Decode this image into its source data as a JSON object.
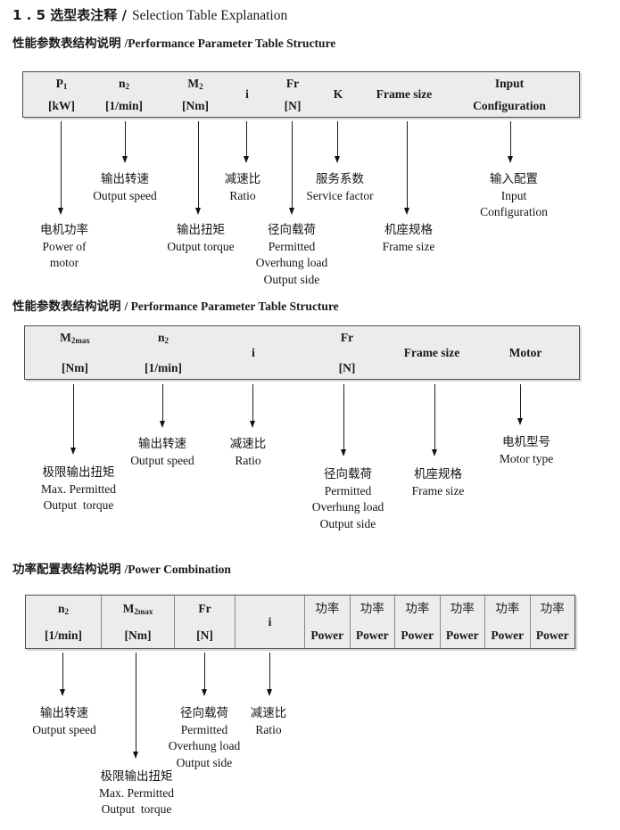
{
  "title": {
    "zh": "1 . 5 选型表注释 /",
    "en": "Selection Table Explanation"
  },
  "section1": {
    "heading_zh": "性能参数表结构说明",
    "heading_en": "/Performance Parameter Table Structure",
    "cols": [
      {
        "base": "P",
        "sub": "1",
        "unit": "[kW]"
      },
      {
        "base": "n",
        "sub": "2",
        "unit": "[1/min]"
      },
      {
        "base": "M",
        "sub": "2",
        "unit": "[Nm]"
      },
      {
        "base": "i"
      },
      {
        "base": "Fr",
        "unit": "[N]"
      },
      {
        "base": "K"
      },
      {
        "base": "Frame size"
      },
      {
        "base": "Input",
        "unit": "Configuration"
      }
    ],
    "labels": {
      "power_of_motor": [
        "电机功率",
        "Power of",
        "motor"
      ],
      "output_speed": [
        "输出转速",
        "Output speed"
      ],
      "output_torque": [
        "输出扭矩",
        "Output torque"
      ],
      "ratio": [
        "减速比",
        "Ratio"
      ],
      "overhung_load": [
        "径向载荷",
        "Permitted",
        "Overhung load",
        "Output side"
      ],
      "service_factor": [
        "服务系数",
        "Service factor"
      ],
      "frame_size": [
        "机座规格",
        "Frame size"
      ],
      "input_configuration": [
        "输入配置",
        "Input",
        "Configuration"
      ]
    }
  },
  "section2": {
    "heading_zh": "性能参数表结构说明",
    "heading_en": "/ Performance Parameter Table Structure",
    "cols": [
      {
        "base": "M",
        "sub": "2max",
        "unit": "[Nm]"
      },
      {
        "base": "n",
        "sub": "2",
        "unit": "[1/min]"
      },
      {
        "base": "i"
      },
      {
        "base": "Fr",
        "unit": "[N]"
      },
      {
        "base": "Frame size"
      },
      {
        "base": "Motor"
      }
    ],
    "labels": {
      "max_output_torque": [
        "极限输出扭矩",
        "Max. Permitted",
        "Output  torque"
      ],
      "output_speed": [
        "输出转速",
        "Output speed"
      ],
      "ratio": [
        "减速比",
        "Ratio"
      ],
      "overhung_load": [
        "径向载荷",
        "Permitted",
        "Overhung load",
        "Output side"
      ],
      "frame_size": [
        "机座规格",
        "Frame size"
      ],
      "motor_type": [
        "电机型号",
        "Motor type"
      ]
    }
  },
  "section3": {
    "heading_zh": "功率配置表结构说明",
    "heading_en": "/Power Combination",
    "cols": [
      {
        "base": "n",
        "sub": "2",
        "unit": "[1/min]"
      },
      {
        "base": "M",
        "sub": "2max",
        "unit": "[Nm]"
      },
      {
        "base": "Fr",
        "unit": "[N]"
      },
      {
        "base": "i"
      }
    ],
    "power_col": {
      "zh": "功率",
      "en": "Power"
    },
    "power_col_count": 6,
    "labels": {
      "output_speed": [
        "输出转速",
        "Output speed"
      ],
      "max_output_torque": [
        "极限输出扭矩",
        "Max. Permitted",
        "Output  torque"
      ],
      "overhung_load": [
        "径向载荷",
        "Permitted",
        "Overhung load",
        "Output side"
      ],
      "ratio": [
        "减速比",
        "Ratio"
      ]
    }
  }
}
